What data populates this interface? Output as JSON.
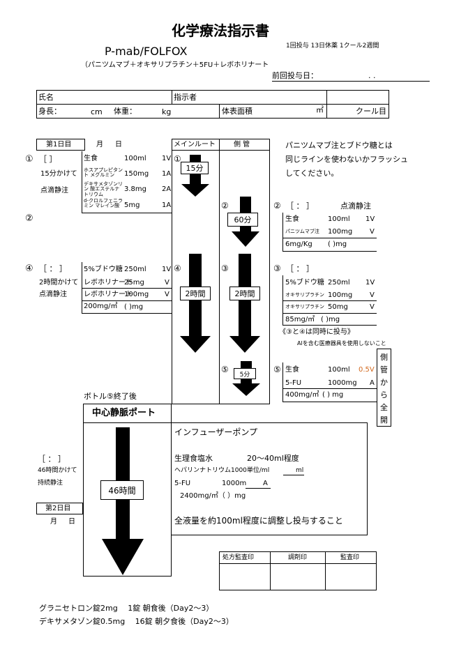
{
  "header": {
    "title": "化学療法指示書",
    "regimen": "P-mab/FOLFOX",
    "schedule": "1回投与  13日休薬  1クール2週間",
    "drugs": "（パニツムマブ＋オキサリプラチン＋5FU＋レボホリナート",
    "prev_dose_label": "前回投与日：",
    "prev_dose_dots": ".        ."
  },
  "patient": {
    "name_label": "氏名",
    "prescriber_label": "指示者",
    "height_label": "身長：",
    "height_unit": "cm",
    "weight_label": "体重：",
    "weight_unit": "kg",
    "bsa_label": "体表面積",
    "bsa_unit": "㎡",
    "course_label": "クール目"
  },
  "day1": {
    "day_label": "第1日目",
    "month": "月",
    "day": "日",
    "main_route": "メインルート",
    "side_tube": "側 管"
  },
  "note_top": [
    "パニツムマブ注とブドウ糖とは",
    "同じラインを使わないかフラッシュ",
    "してください。"
  ],
  "step1": {
    "num": "①",
    "bracket": "［        ］",
    "time": "15分かけて",
    "method": "点滴静注",
    "rows": [
      {
        "name": "生食",
        "amount": "100ml",
        "unit": "1V"
      },
      {
        "name": "ホスアプレピタント メグルミン",
        "amount": "150mg",
        "unit": "1A"
      },
      {
        "name": "デキサメタゾンリン 酸エステルナトリウム",
        "amount": "3.8mg",
        "unit": "2A"
      },
      {
        "name": "d-クロルフェニラミン マレイン酸",
        "amount": "5mg",
        "unit": "1A"
      }
    ],
    "arrow_num": "①",
    "arrow_time": "15分"
  },
  "step2": {
    "num": "②",
    "arrow_num": "②",
    "arrow_time": "60分",
    "right_num": "②",
    "bracket": "［    ：    ］",
    "method": "点滴静注",
    "rows": [
      {
        "name": "生食",
        "amount": "100ml",
        "unit": "1V"
      },
      {
        "name": "パニツムマブ注",
        "amount": "100mg",
        "unit": "V"
      }
    ],
    "dose": "6mg/Kg",
    "dose_paren": "(            )mg"
  },
  "step4": {
    "num": "④",
    "bracket": "［    ：    ］",
    "time": "2時間かけて",
    "method": "点滴静注",
    "rows": [
      {
        "name": "5%ブドウ糖",
        "amount": "250ml",
        "unit": "1V"
      },
      {
        "name": "レボホリナート",
        "amount": "25mg",
        "unit": "V"
      },
      {
        "name": "レボホリナート",
        "amount": "100mg",
        "unit": "V"
      }
    ],
    "dose": "200mg/㎡",
    "dose_paren": "(            )mg",
    "arrow_num": "④",
    "arrow_time": "2時間"
  },
  "step3": {
    "arrow_num": "③",
    "arrow_time": "2時間",
    "right_num": "③",
    "bracket": "［    ：    ］",
    "rows": [
      {
        "name": "5%ブドウ糖",
        "amount": "250ml",
        "unit": "1V"
      },
      {
        "name": "オキサリプラチン",
        "amount": "100mg",
        "unit": "V"
      },
      {
        "name": "オキサリプラチン",
        "amount": "50mg",
        "unit": "V"
      }
    ],
    "dose": "85mg/㎡",
    "dose_paren": "(            )mg",
    "note1": "《③と④は同時に投与》",
    "note2": "Alを含む医療器具を使用しないこと"
  },
  "step5": {
    "arrow_num": "⑤",
    "arrow_time": "5分",
    "right_num": "⑤",
    "rows": [
      {
        "name": "生食",
        "amount": "100ml",
        "unit": "0.5V"
      },
      {
        "name": "5-FU",
        "amount": "1000mg",
        "unit": "A"
      }
    ],
    "dose": "400mg/㎡",
    "dose_paren": "(            ) mg",
    "side_vertical": [
      "側",
      "管",
      "か",
      "ら",
      "全",
      "開"
    ],
    "accent_color": "#d2691e"
  },
  "bottle_note": "ボトル⑤終了後",
  "central": {
    "title": "中心静脈ポート",
    "arrow_time": "46時間",
    "bracket": "［    ：    ］",
    "time": "46時間かけて",
    "method": "持続静注"
  },
  "pump": {
    "title": "インフューザーポンプ",
    "saline": "生理食塩水",
    "saline_amount": "20～40ml程度",
    "heparin": "ヘパリンナトリウム1000単位/ml",
    "heparin_unit": "ml",
    "fu": "5-FU",
    "fu_amount": "1000m",
    "fu_unit": "A",
    "dose": "2400mg/㎡（           ）mg",
    "adjust": "全液量を約100ml程度に調整し投与すること"
  },
  "day2": {
    "label": "第2日目",
    "month": "月",
    "day": "日"
  },
  "signatures": [
    "処方監査印",
    "調剤印",
    "監査印"
  ],
  "footer": [
    "グラニセトロン錠2mg　 1錠  朝食後（Day2～3）",
    "デキサメタゾン錠0.5mg　    16錠  朝夕食後（Day2～3）"
  ]
}
